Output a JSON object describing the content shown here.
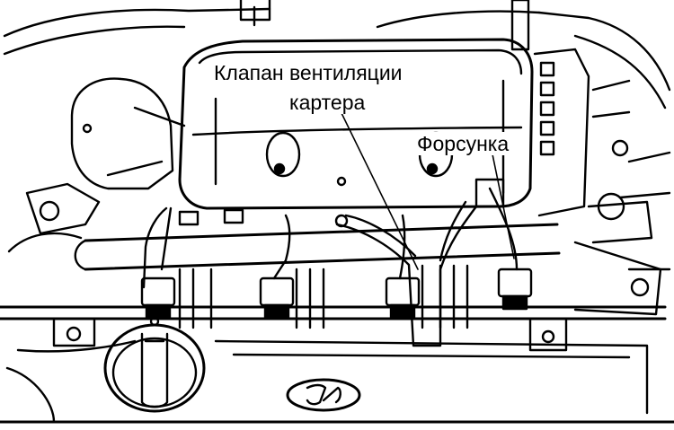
{
  "labels": {
    "crankcase_vent_line1": "Клапан вентиляции",
    "crankcase_vent_line2": "картера",
    "injector": "Форсунка"
  },
  "colors": {
    "ink": "#000000",
    "paper": "#ffffff"
  },
  "icons": {
    "emblem": "hyundai-logo-icon"
  }
}
